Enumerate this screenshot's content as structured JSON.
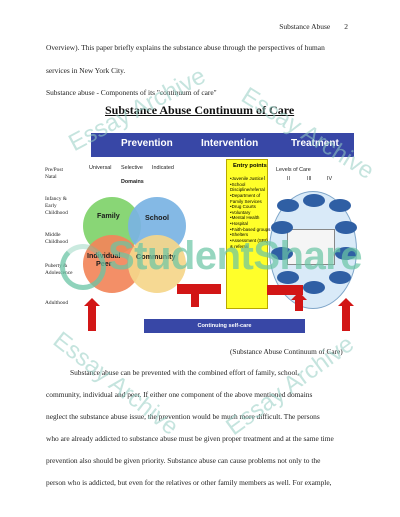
{
  "header": {
    "running_head": "Substance Abuse",
    "page_number": "2"
  },
  "body_top": [
    "Overview). This paper briefly explains the substance abuse through the perspectives of human",
    "services in New York City.",
    "Substance abuse - Components of its \"continuum of care\""
  ],
  "figure": {
    "title": "Substance Abuse Continuum of Care",
    "bands": [
      "Prevention",
      "Intervention",
      "Treatment"
    ],
    "side_labels": [
      "Pre/Post\nNatal",
      "Infancy &\nEarly\nChildhood",
      "Middle\nChildhood",
      "Puberty &\nAdolescence",
      "Adulthood"
    ],
    "prevention_headers": [
      "Universal",
      "Selective",
      "Indicated"
    ],
    "domains_label": "Domains",
    "domains": [
      "Family",
      "School",
      "Individual\nPeer",
      "Community"
    ],
    "entry_points_title": "Entry points",
    "entry_points": [
      "•Juvenile Justice",
      "•School",
      "Discipline/referral",
      "•Department of",
      "Family Services",
      "•Drug Courts",
      "•Voluntary",
      "•Mental Health",
      "•Hospital",
      "•Faith-based groups",
      "•Shelters",
      "•Assessment (SBI)",
      "& referral"
    ],
    "levels_label": "Levels of Care",
    "levels": [
      "I",
      "II",
      "III",
      "IV"
    ],
    "continuing_label": "Continuing self-care",
    "colors": {
      "band": "#3847a6",
      "entry_box": "#ffff2a",
      "family": "#7fd36a",
      "school": "#7ab3e3",
      "individual": "#f2865a",
      "community": "#f5d68a",
      "arrow": "#d21616"
    }
  },
  "caption": "(Substance Abuse Continuum of Care)",
  "body_bottom": [
    "Substance abuse can be prevented with the combined effort of family, school,",
    "community, individual and peer. If either one component of the above mentioned domains",
    "neglect the substance abuse issue, the prevention would be much more difficult. The persons",
    "who are already addicted to substance abuse must be given proper treatment and at the same time",
    "prevention also should be given priority. Substance abuse can cause problems not only to the",
    "person who is addicted, but even for the relatives or other family members as well. For example,"
  ],
  "watermark": {
    "logo": "StudentShare",
    "ring_text": "Essay Archive"
  }
}
